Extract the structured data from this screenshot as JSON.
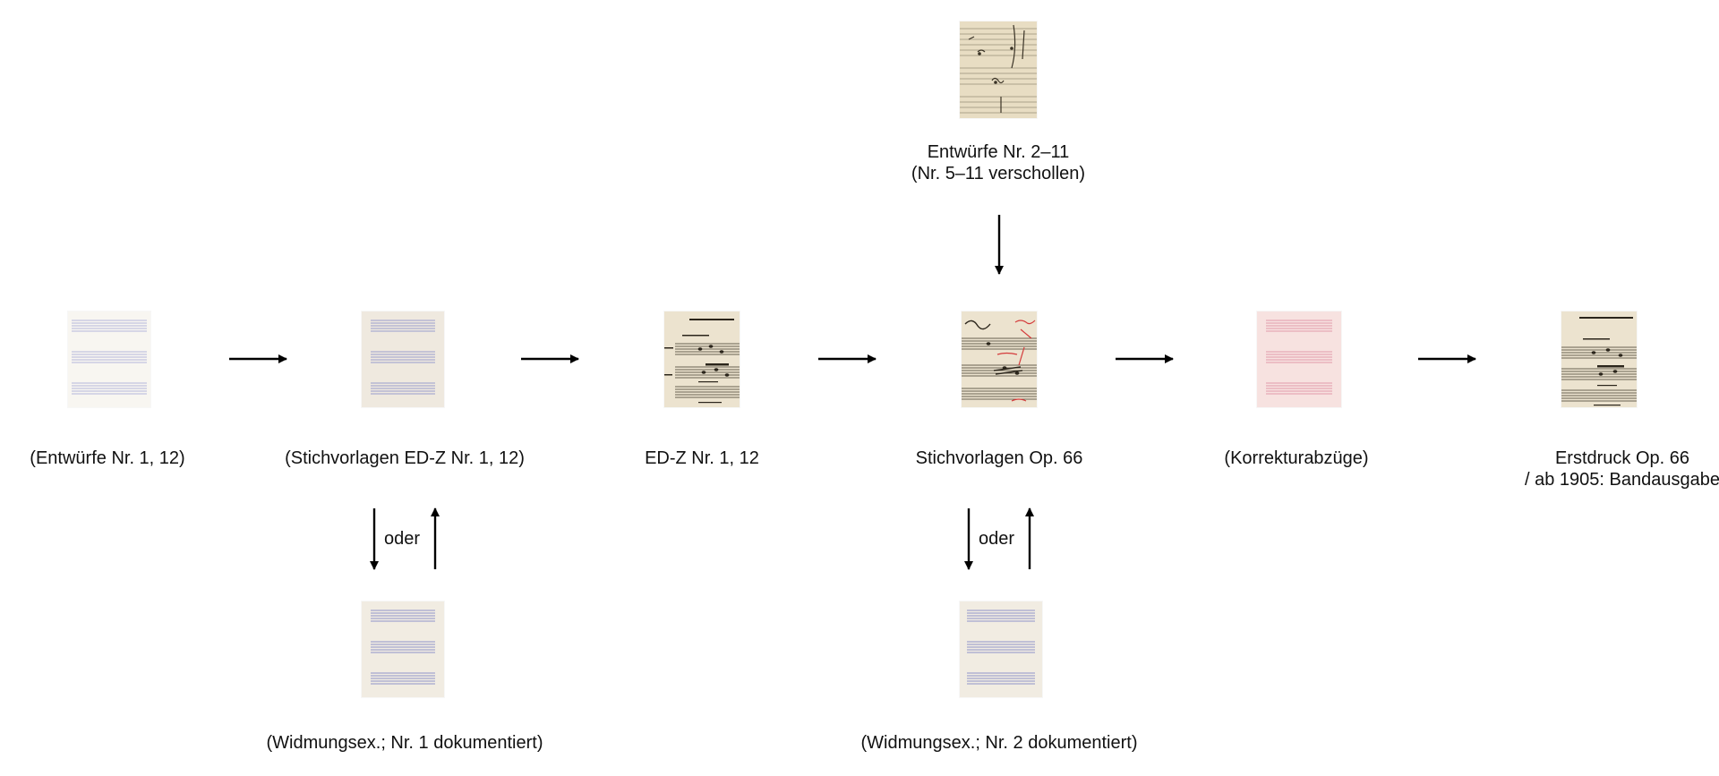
{
  "colors": {
    "arrow": "#000000",
    "blank_ink_blue": "#8f93c9",
    "blank_ink_red": "#e2a0ae",
    "paper_white": "#f8f6f1",
    "paper_beige": "#efe9df",
    "paper_cream": "#ece3cf",
    "paper_pink": "#f7e2e0",
    "paper_tan": "#e8ddc3"
  },
  "nodes": {
    "entwuerfe_1_12": {
      "label": "(Entwürfe Nr. 1, 12)",
      "thumb": "blank-staff-paper-white"
    },
    "stichvorlagen_edz": {
      "label": "(Stichvorlagen ED-Z Nr. 1, 12)",
      "thumb": "blank-staff-paper-beige"
    },
    "edz": {
      "label": "ED-Z Nr. 1, 12",
      "thumb": "printed-score-scan-edz"
    },
    "stichvorlagen_op66": {
      "label": "Stichvorlagen Op. 66",
      "thumb": "manuscript-score-red-annotations"
    },
    "korrekturabzuege": {
      "label": "(Korrekturabzüge)",
      "thumb": "blank-staff-paper-pink"
    },
    "erstdruck": {
      "line1": "Erstdruck Op. 66",
      "line2": "/ ab 1905: Bandausgabe",
      "thumb": "printed-score-scan-first-edition"
    },
    "entwuerfe_2_11": {
      "line1": "Entwürfe Nr. 2–11",
      "line2": "(Nr. 5–11 verschollen)",
      "thumb": "manuscript-sketch-scan"
    },
    "widmung_1": {
      "label": "(Widmungsex.; Nr. 1 dokumentiert)",
      "thumb": "blank-staff-paper-cream"
    },
    "widmung_2": {
      "label": "(Widmungsex.; Nr. 2 dokumentiert)",
      "thumb": "blank-staff-paper-cream"
    }
  },
  "edges": {
    "oder_label_1": "oder",
    "oder_label_2": "oder"
  }
}
